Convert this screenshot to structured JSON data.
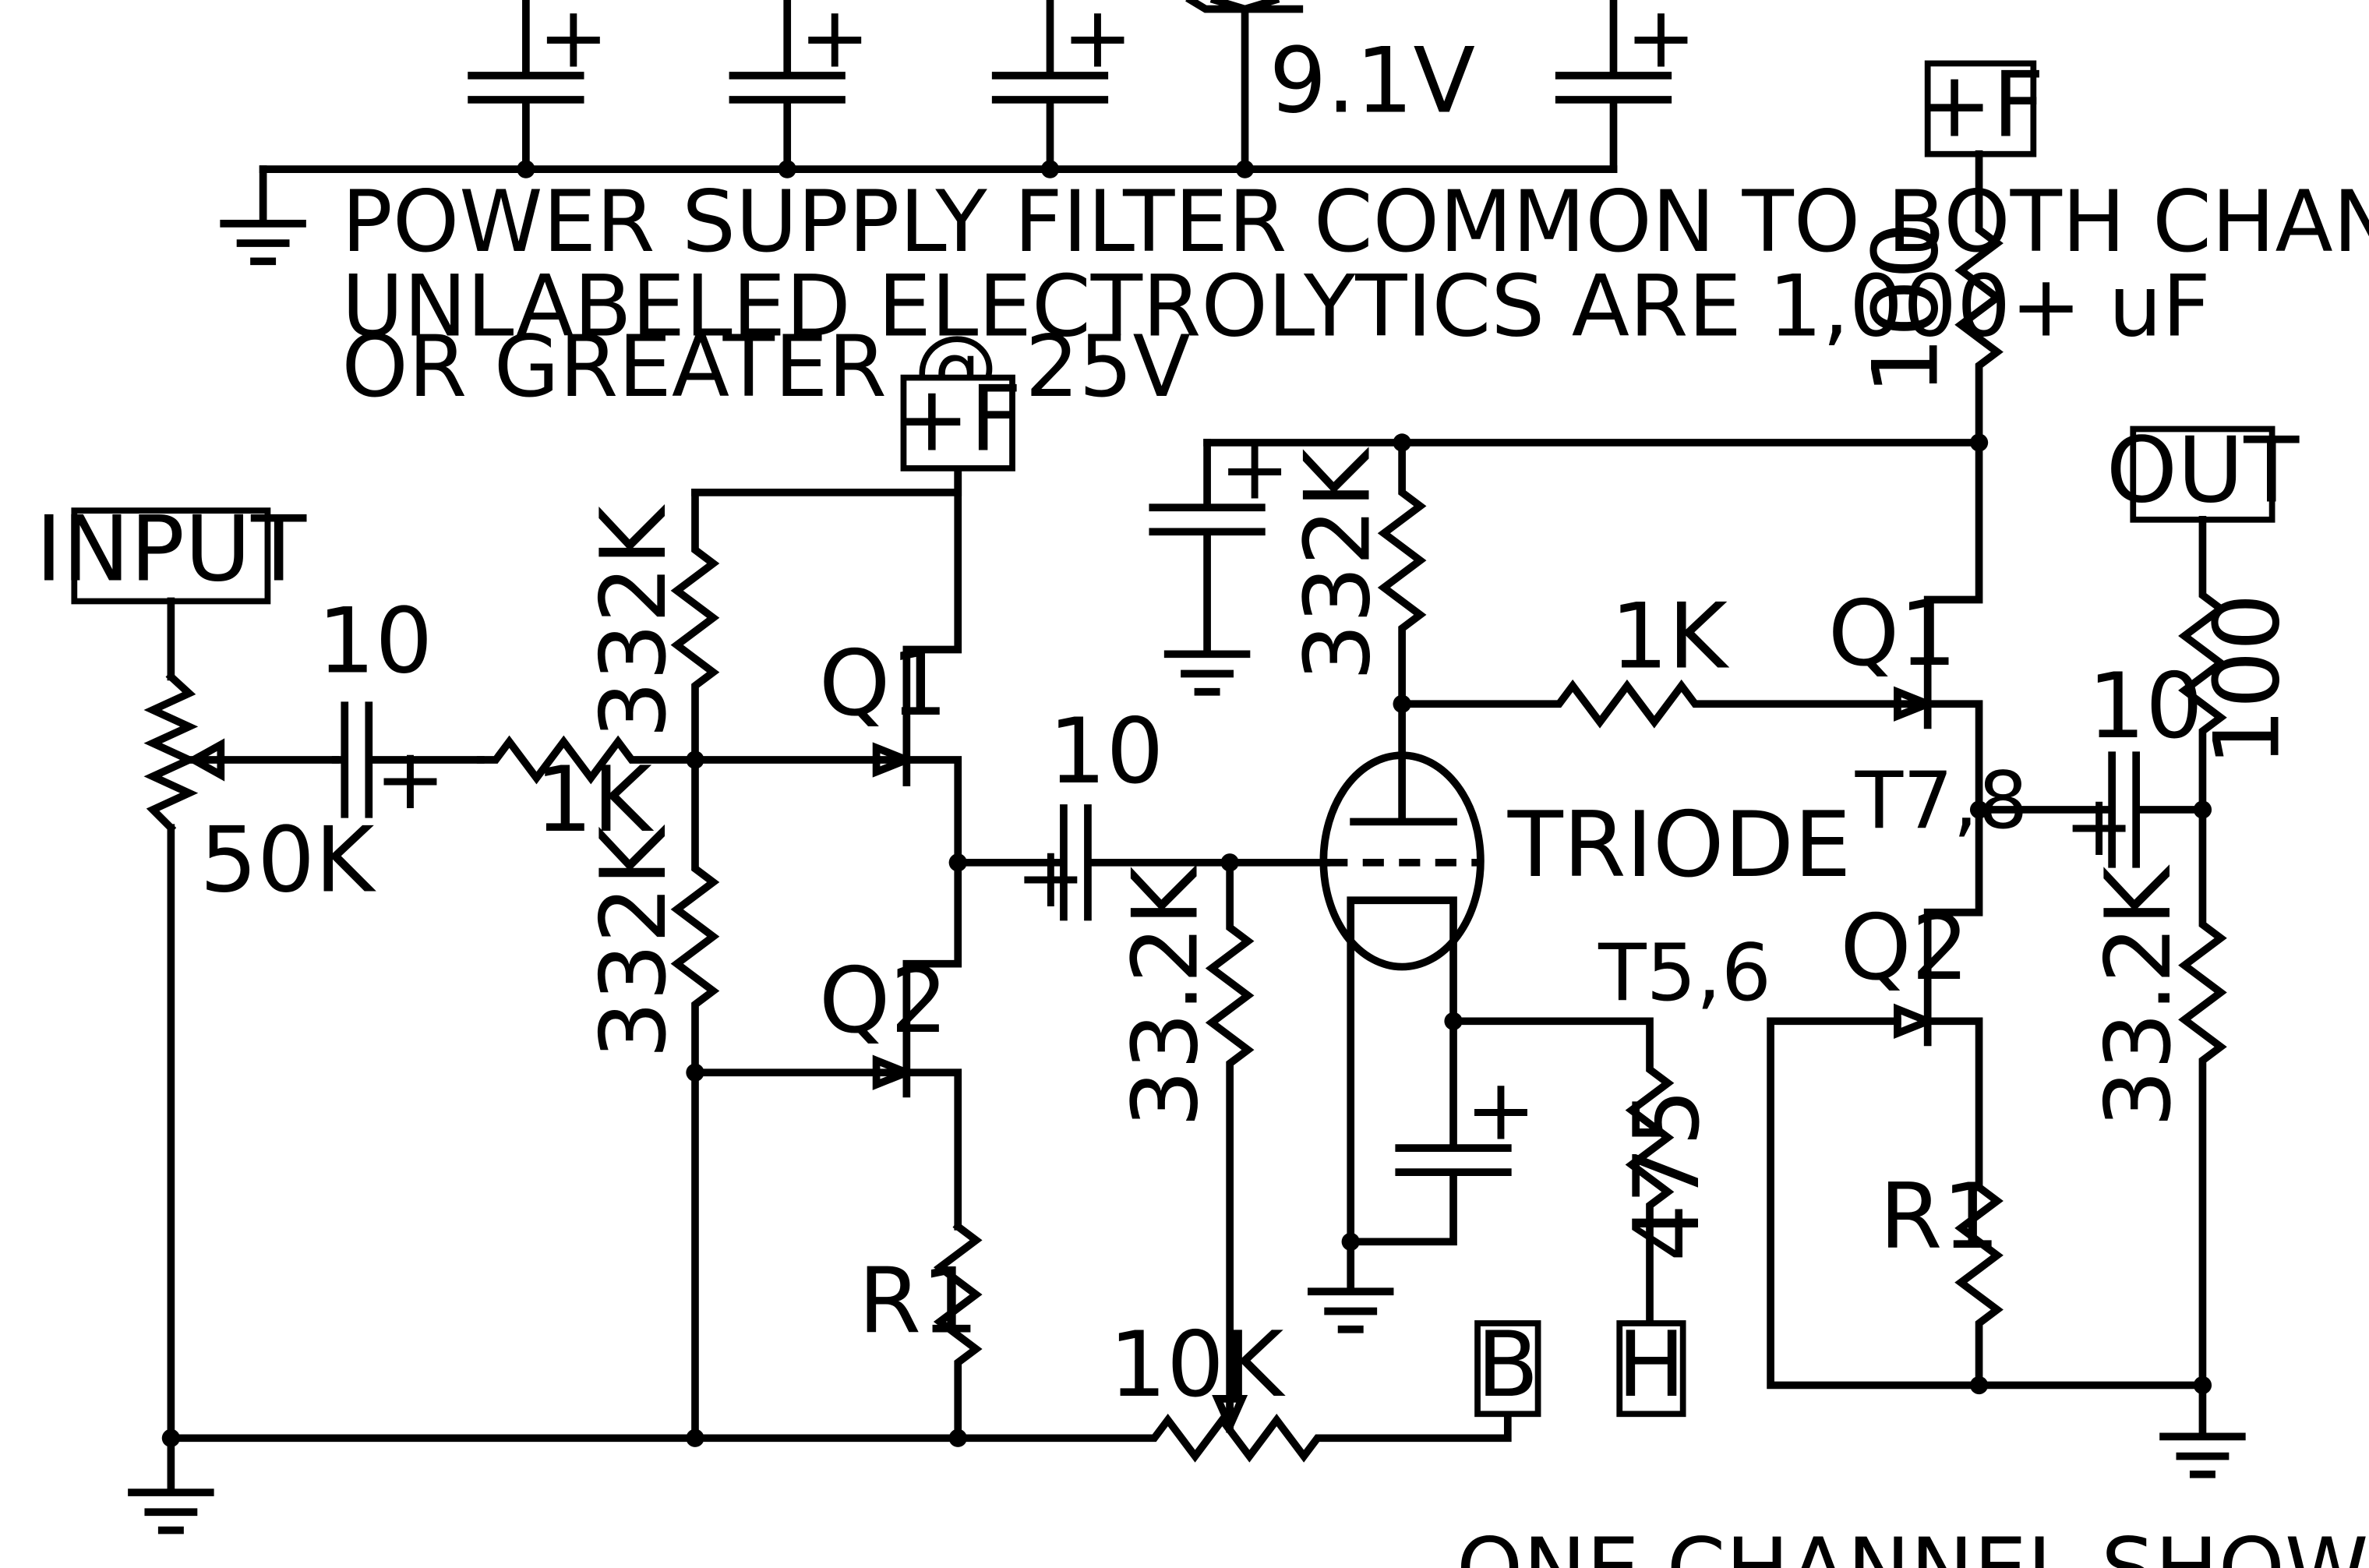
{
  "notes": {
    "psu_common": "POWER SUPPLY FILTER COMMON TO BOTH CHANNELS",
    "electrolytics_1": "UNLABELED ELECTROLYTICS ARE 1,000+ uF",
    "electrolytics_2": "OR GREATER @ 25V",
    "zener_voltage": "9.1V",
    "one_channel": "ONE CHANNEL SHOWN"
  },
  "terminals": {
    "input": "INPUT",
    "output": "OUT",
    "plus_f": "+F",
    "b": "B",
    "h": "H"
  },
  "components": {
    "pot_input": "50K",
    "cap_input": "10",
    "r_series_input": "1K",
    "r_bias_top": "332K",
    "r_bias_bottom": "332K",
    "q1": "Q1",
    "q2": "Q2",
    "r1": "R1",
    "cap_coupling": "10",
    "r_grid": "33.2K",
    "pot_10k": "10K",
    "triode": "TRIODE",
    "r_plate": "332K",
    "r_plate_feed": "1K",
    "r_supply": "100",
    "t56": "T5,6",
    "r_heater": "475",
    "t78": "T7,8",
    "cap_output": "10",
    "r_out_series": "100",
    "r_out_shunt": "33.2K",
    "plus": "+"
  }
}
